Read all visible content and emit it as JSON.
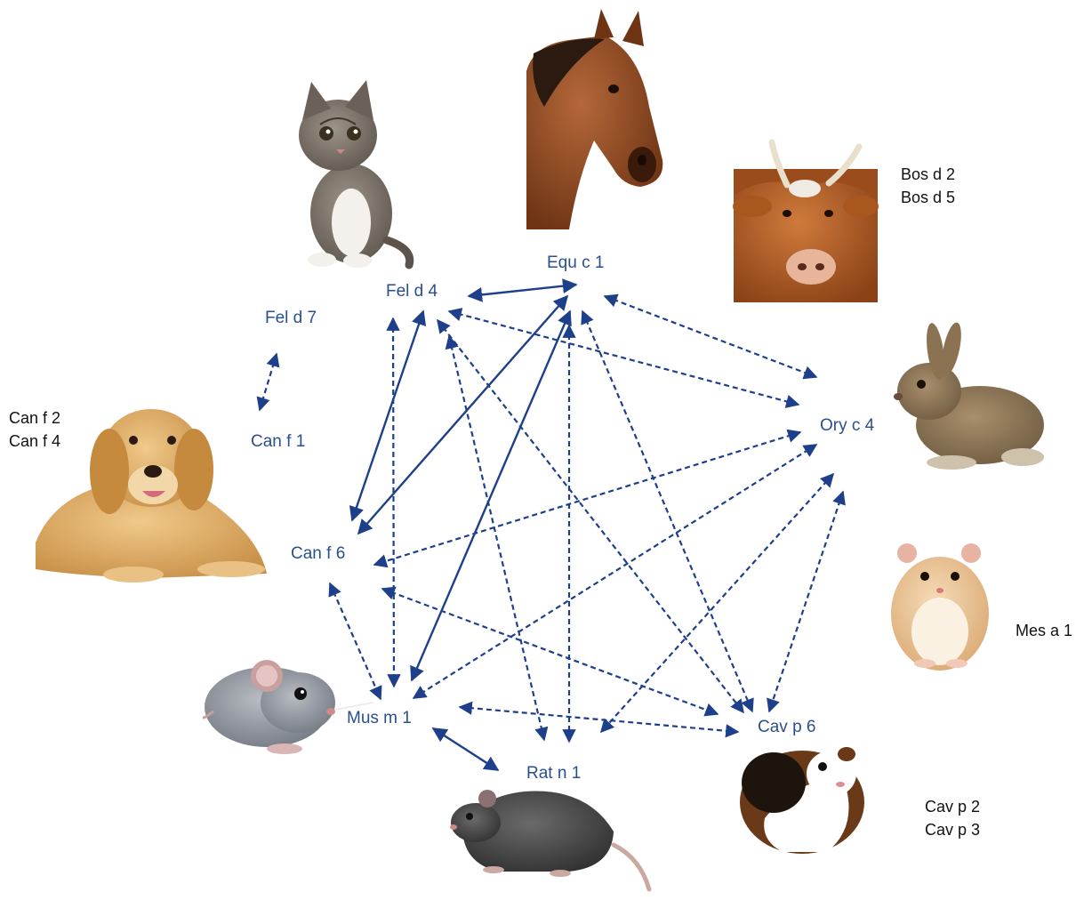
{
  "colors": {
    "node_label": "#2a4f8f",
    "edge": "#1e3f8a",
    "side_label": "#111111"
  },
  "nodes": {
    "equ_c_1": "Equ c 1",
    "fel_d_4": "Fel d 4",
    "fel_d_7": "Fel d 7",
    "can_f_1": "Can f 1",
    "can_f_6": "Can f 6",
    "ory_c_4": "Ory c 4",
    "mus_m_1": "Mus m 1",
    "rat_n_1": "Rat n 1",
    "cav_p_6": "Cav p 6"
  },
  "side_labels": {
    "bos_d_2": "Bos d 2",
    "bos_d_5": "Bos d 5",
    "can_f_2": "Can f 2",
    "can_f_4": "Can f 4",
    "mes_a_1": "Mes a 1",
    "cav_p_2": "Cav p 2",
    "cav_p_3": "Cav p 3"
  },
  "animals": [
    "cat",
    "horse",
    "cow",
    "rabbit",
    "dog",
    "hamster",
    "mouse",
    "rat",
    "guinea-pig"
  ],
  "edges": [
    {
      "from": "fel_d_4",
      "to": "equ_c_1",
      "style": "solid"
    },
    {
      "from": "fel_d_4",
      "to": "can_f_6",
      "style": "solid"
    },
    {
      "from": "equ_c_1",
      "to": "can_f_6",
      "style": "solid"
    },
    {
      "from": "equ_c_1",
      "to": "mus_m_1",
      "style": "solid"
    },
    {
      "from": "mus_m_1",
      "to": "rat_n_1",
      "style": "solid"
    },
    {
      "from": "fel_d_7",
      "to": "can_f_1",
      "style": "dashed"
    },
    {
      "from": "equ_c_1",
      "to": "ory_c_4",
      "style": "dashed"
    },
    {
      "from": "fel_d_4",
      "to": "ory_c_4",
      "style": "dashed"
    },
    {
      "from": "fel_d_4",
      "to": "mus_m_1",
      "style": "dashed"
    },
    {
      "from": "fel_d_4",
      "to": "rat_n_1",
      "style": "dashed"
    },
    {
      "from": "fel_d_4",
      "to": "cav_p_6",
      "style": "dashed"
    },
    {
      "from": "equ_c_1",
      "to": "rat_n_1",
      "style": "dashed"
    },
    {
      "from": "equ_c_1",
      "to": "cav_p_6",
      "style": "dashed"
    },
    {
      "from": "ory_c_4",
      "to": "can_f_6",
      "style": "dashed"
    },
    {
      "from": "ory_c_4",
      "to": "mus_m_1",
      "style": "dashed"
    },
    {
      "from": "ory_c_4",
      "to": "rat_n_1",
      "style": "dashed"
    },
    {
      "from": "ory_c_4",
      "to": "cav_p_6",
      "style": "dashed"
    },
    {
      "from": "can_f_6",
      "to": "mus_m_1",
      "style": "dashed"
    },
    {
      "from": "can_f_6",
      "to": "cav_p_6",
      "style": "dashed"
    },
    {
      "from": "mus_m_1",
      "to": "cav_p_6",
      "style": "dashed"
    }
  ]
}
